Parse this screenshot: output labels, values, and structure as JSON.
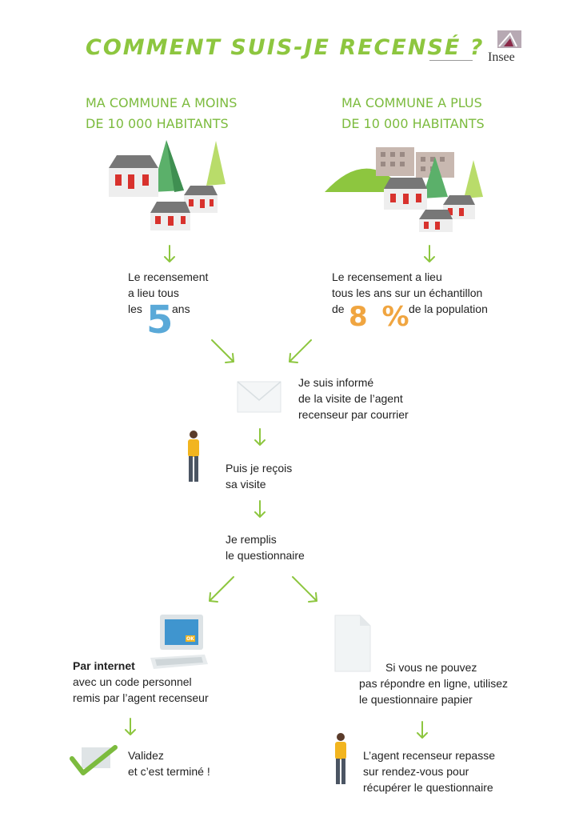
{
  "header": {
    "title": "COMMENT SUIS-JE RECENSÉ ?",
    "logo_text": "Insee"
  },
  "left_column": {
    "heading_line1": "MA COMMUNE A MOINS",
    "heading_line2": "DE 10 000 HABITANTS",
    "text_line1": "Le recensement",
    "text_line2": "a lieu tous",
    "text_line3_prefix": "les",
    "highlight": "5",
    "text_line3_suffix": "ans"
  },
  "right_column": {
    "heading_line1": "MA COMMUNE A PLUS",
    "heading_line2": "DE 10 000 HABITANTS",
    "text_line1": "Le recensement a lieu",
    "text_line2": "tous les ans sur un échantillon",
    "text_line3_prefix": "de",
    "highlight": "8 %",
    "text_line3_suffix": "de la population"
  },
  "steps": {
    "informed_line1": "Je suis informé",
    "informed_line2": "de la visite de l’agent",
    "informed_line3": "recenseur par courrier",
    "visit_line1": "Puis je reçois",
    "visit_line2": "sa visite",
    "fill_line1": "Je remplis",
    "fill_line2": "le questionnaire"
  },
  "internet": {
    "bold": "Par internet",
    "line2": "avec un code personnel",
    "line3": "remis par l’agent recenseur",
    "screen_badge": "OK",
    "done_line1": "Validez",
    "done_line2": "et c’est terminé !"
  },
  "paper": {
    "line1": "Si vous ne pouvez",
    "line2": "pas répondre en ligne, utilisez",
    "line3": "le questionnaire papier",
    "return_line1": "L’agent recenseur repasse",
    "return_line2": "sur rendez-vous pour",
    "return_line3": "récupérer le questionnaire"
  },
  "colors": {
    "accent_green": "#8dc63f",
    "heading_green": "#7cbb3e",
    "blue_five": "#5aa9d8",
    "orange_eight": "#f0a540"
  }
}
